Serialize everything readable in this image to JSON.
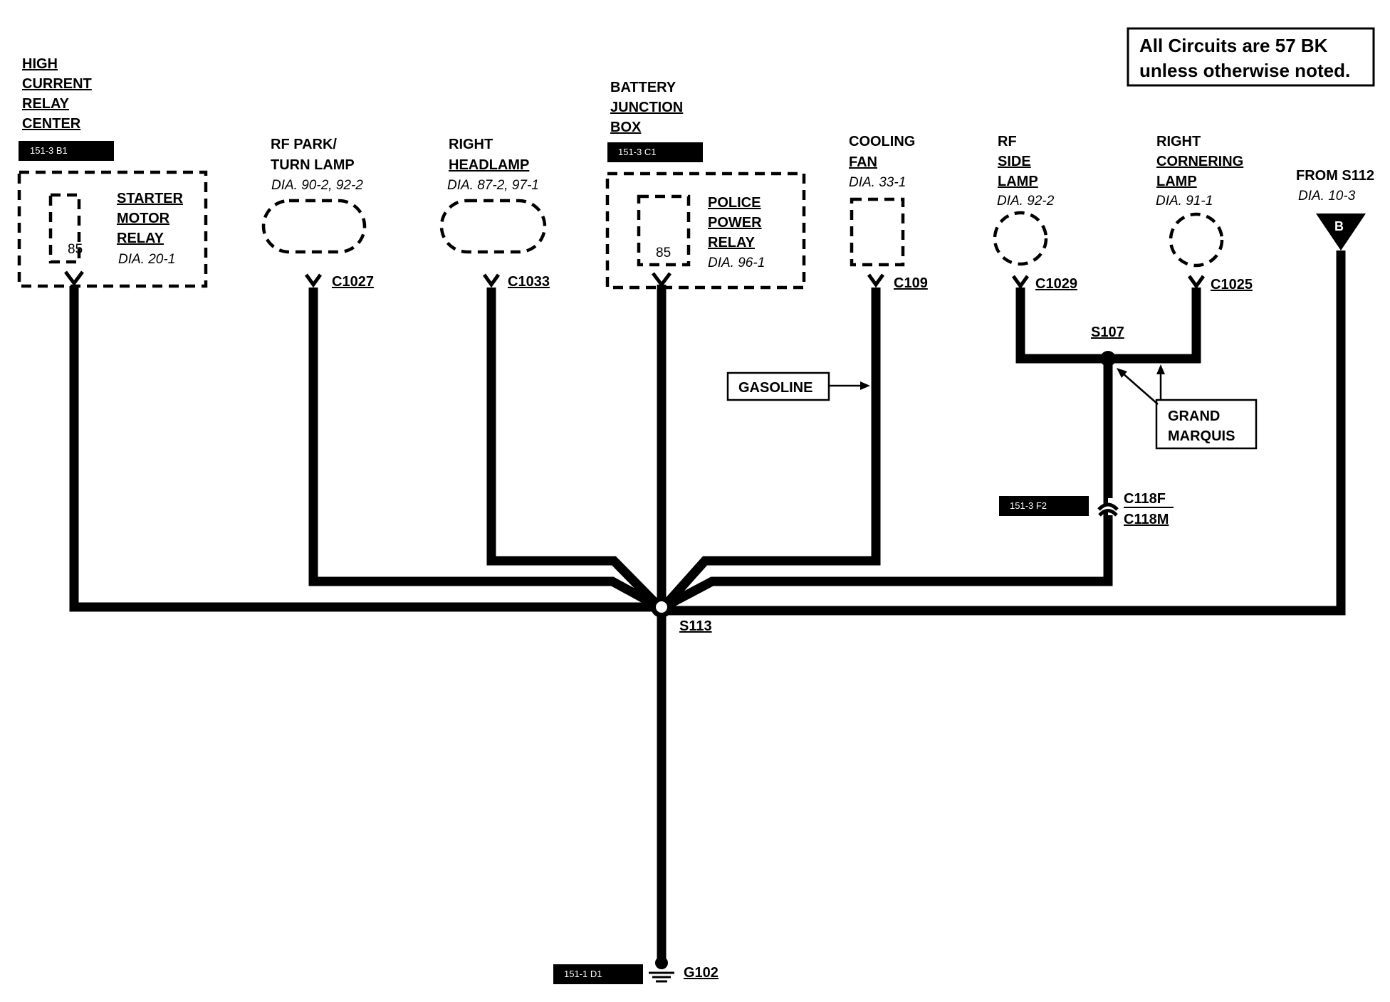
{
  "note": {
    "line1": "All Circuits are 57 BK",
    "line2": "unless otherwise noted."
  },
  "high_current_relay_center": {
    "title_lines": [
      "HIGH",
      "CURRENT",
      "RELAY",
      "CENTER"
    ],
    "ref": "151-3 B1",
    "relay_lines": [
      "STARTER",
      "MOTOR",
      "RELAY"
    ],
    "dia": "DIA. 20-1",
    "pin": "85"
  },
  "rf_park_turn_lamp": {
    "title_lines": [
      "RF PARK/",
      "TURN LAMP"
    ],
    "dia": "DIA. 90-2, 92-2",
    "connector": "C1027"
  },
  "right_headlamp": {
    "title_lines": [
      "RIGHT",
      "HEADLAMP"
    ],
    "dia": "DIA. 87-2, 97-1",
    "connector": "C1033"
  },
  "battery_junction_box": {
    "title_lines": [
      "BATTERY",
      "JUNCTION",
      "BOX"
    ],
    "ref": "151-3 C1",
    "relay_lines": [
      "POLICE",
      "POWER",
      "RELAY"
    ],
    "dia": "DIA. 96-1",
    "pin": "85"
  },
  "cooling_fan": {
    "title_lines": [
      "COOLING",
      "FAN"
    ],
    "dia": "DIA. 33-1",
    "connector": "C109"
  },
  "rf_side_lamp": {
    "title_lines": [
      "RF",
      "SIDE",
      "LAMP"
    ],
    "dia": "DIA. 92-2",
    "connector": "C1029"
  },
  "right_cornering_lamp": {
    "title_lines": [
      "RIGHT",
      "CORNERING",
      "LAMP"
    ],
    "dia": "DIA. 91-1",
    "connector": "C1025"
  },
  "from_s112": {
    "title": "FROM S112",
    "dia": "DIA. 10-3",
    "marker": "B"
  },
  "gasoline_label": "GASOLINE",
  "grand_marquis_lines": [
    "GRAND",
    "MARQUIS"
  ],
  "splice_s107": "S107",
  "splice_s113": "S113",
  "inline_connector": {
    "female": "C118F",
    "male": "C118M",
    "ref": "151-3 F2"
  },
  "ground": {
    "name": "G102",
    "ref": "151-1 D1"
  }
}
